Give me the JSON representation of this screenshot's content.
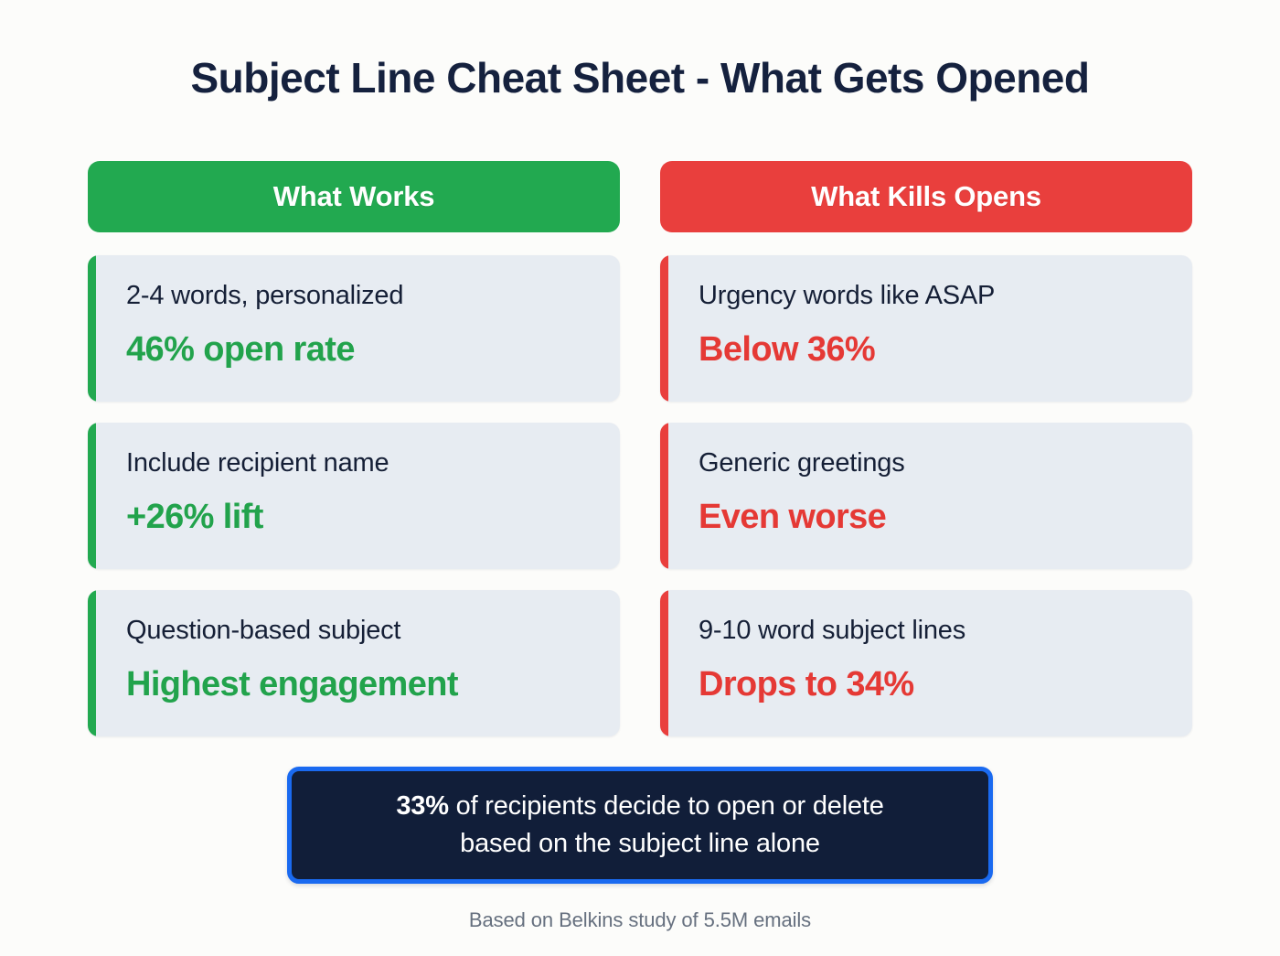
{
  "page": {
    "title": "Subject Line Cheat Sheet - What Gets Opened",
    "background_color": "#FCFCFA",
    "title_color": "#15213E"
  },
  "colors": {
    "good": "#22A950",
    "bad": "#E93F3D",
    "card_bg": "#E7ECF2",
    "callout_bg": "#111E39",
    "callout_border": "#1A6AF0",
    "footer_text": "#66707F"
  },
  "columns": [
    {
      "key": "good",
      "header": "What Works",
      "header_color": "#22A950",
      "cards": [
        {
          "label": "2-4 words, personalized",
          "stat": "46% open rate"
        },
        {
          "label": "Include recipient name",
          "stat": "+26% lift"
        },
        {
          "label": "Question-based subject",
          "stat": "Highest engagement"
        }
      ]
    },
    {
      "key": "bad",
      "header": "What Kills Opens",
      "header_color": "#E93F3D",
      "cards": [
        {
          "label": "Urgency words like ASAP",
          "stat": "Below 36%"
        },
        {
          "label": "Generic greetings",
          "stat": "Even worse"
        },
        {
          "label": "9-10 word subject lines",
          "stat": "Drops to 34%"
        }
      ]
    }
  ],
  "callout": {
    "highlight": "33%",
    "line1_rest": " of recipients decide to open or delete",
    "line2": "based on the subject line alone",
    "full_text": "33% of recipients decide to open or delete based on the subject line alone"
  },
  "footer": {
    "source": "Based on Belkins study of 5.5M emails"
  }
}
